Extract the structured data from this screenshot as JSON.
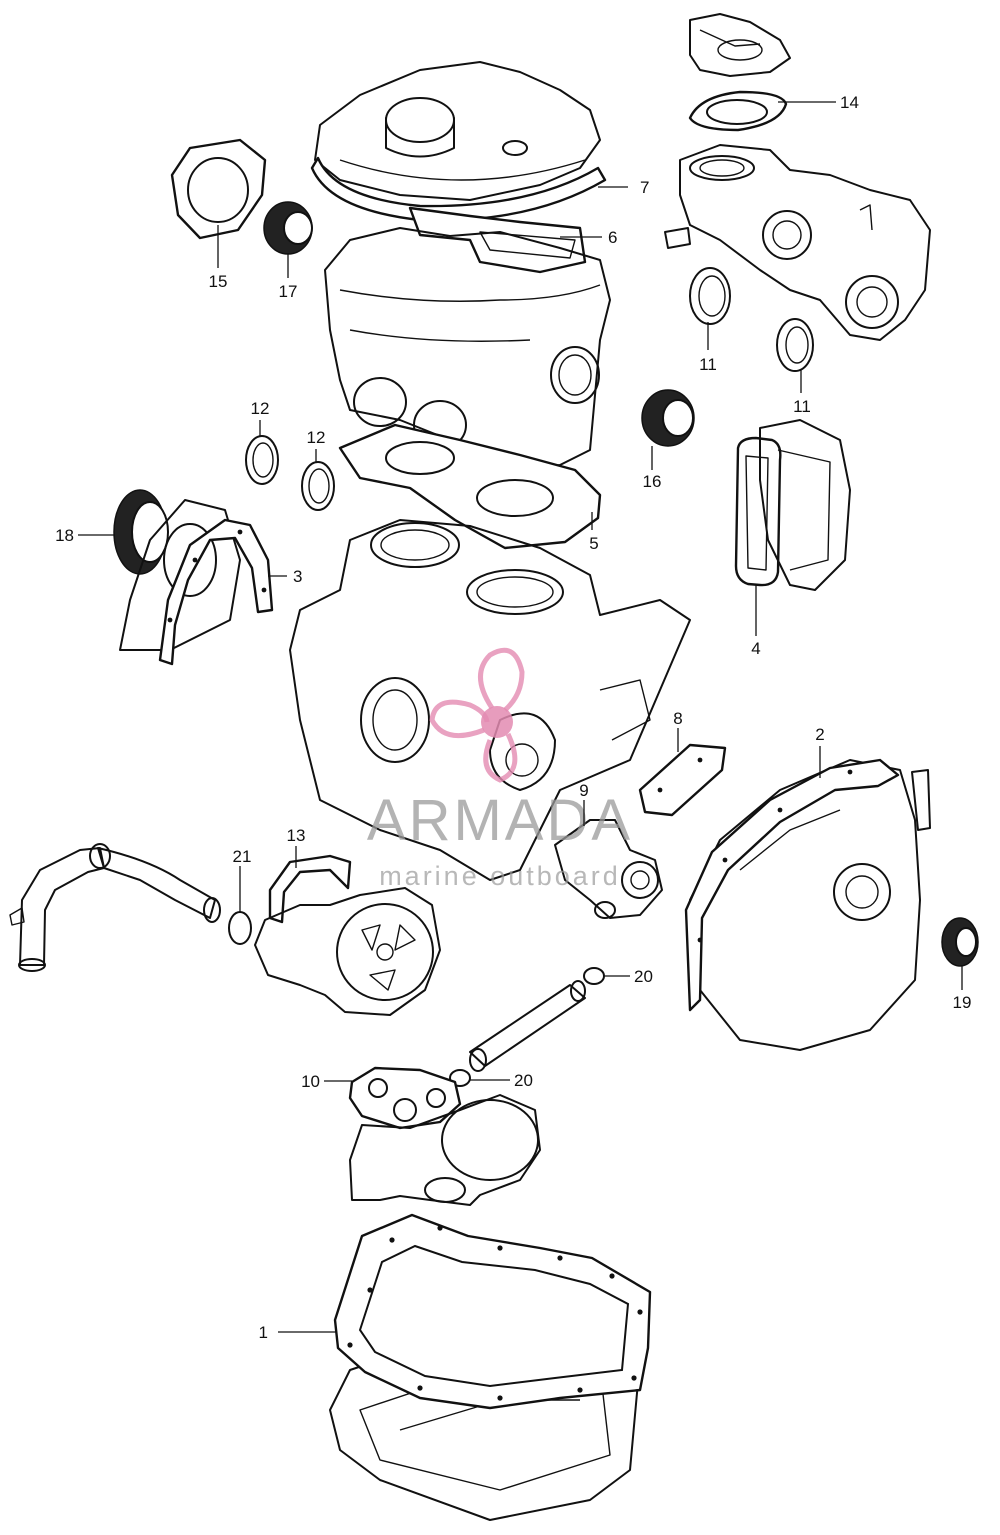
{
  "watermark": {
    "title": "ARMADA",
    "subtitle": "marine outboard",
    "logo_icon": "propeller-logo-icon",
    "logo_color": "#e38bb1"
  },
  "callouts": [
    {
      "id": "1",
      "label": "1"
    },
    {
      "id": "2",
      "label": "2"
    },
    {
      "id": "3",
      "label": "3"
    },
    {
      "id": "4",
      "label": "4"
    },
    {
      "id": "5",
      "label": "5"
    },
    {
      "id": "6",
      "label": "6"
    },
    {
      "id": "7",
      "label": "7"
    },
    {
      "id": "8",
      "label": "8"
    },
    {
      "id": "9",
      "label": "9"
    },
    {
      "id": "10",
      "label": "10"
    },
    {
      "id": "11a",
      "label": "11"
    },
    {
      "id": "11b",
      "label": "11"
    },
    {
      "id": "12a",
      "label": "12"
    },
    {
      "id": "12b",
      "label": "12"
    },
    {
      "id": "13",
      "label": "13"
    },
    {
      "id": "14",
      "label": "14"
    },
    {
      "id": "15",
      "label": "15"
    },
    {
      "id": "16",
      "label": "16"
    },
    {
      "id": "17",
      "label": "17"
    },
    {
      "id": "18",
      "label": "18"
    },
    {
      "id": "19",
      "label": "19"
    },
    {
      "id": "20a",
      "label": "20"
    },
    {
      "id": "20b",
      "label": "20"
    },
    {
      "id": "21",
      "label": "21"
    }
  ]
}
